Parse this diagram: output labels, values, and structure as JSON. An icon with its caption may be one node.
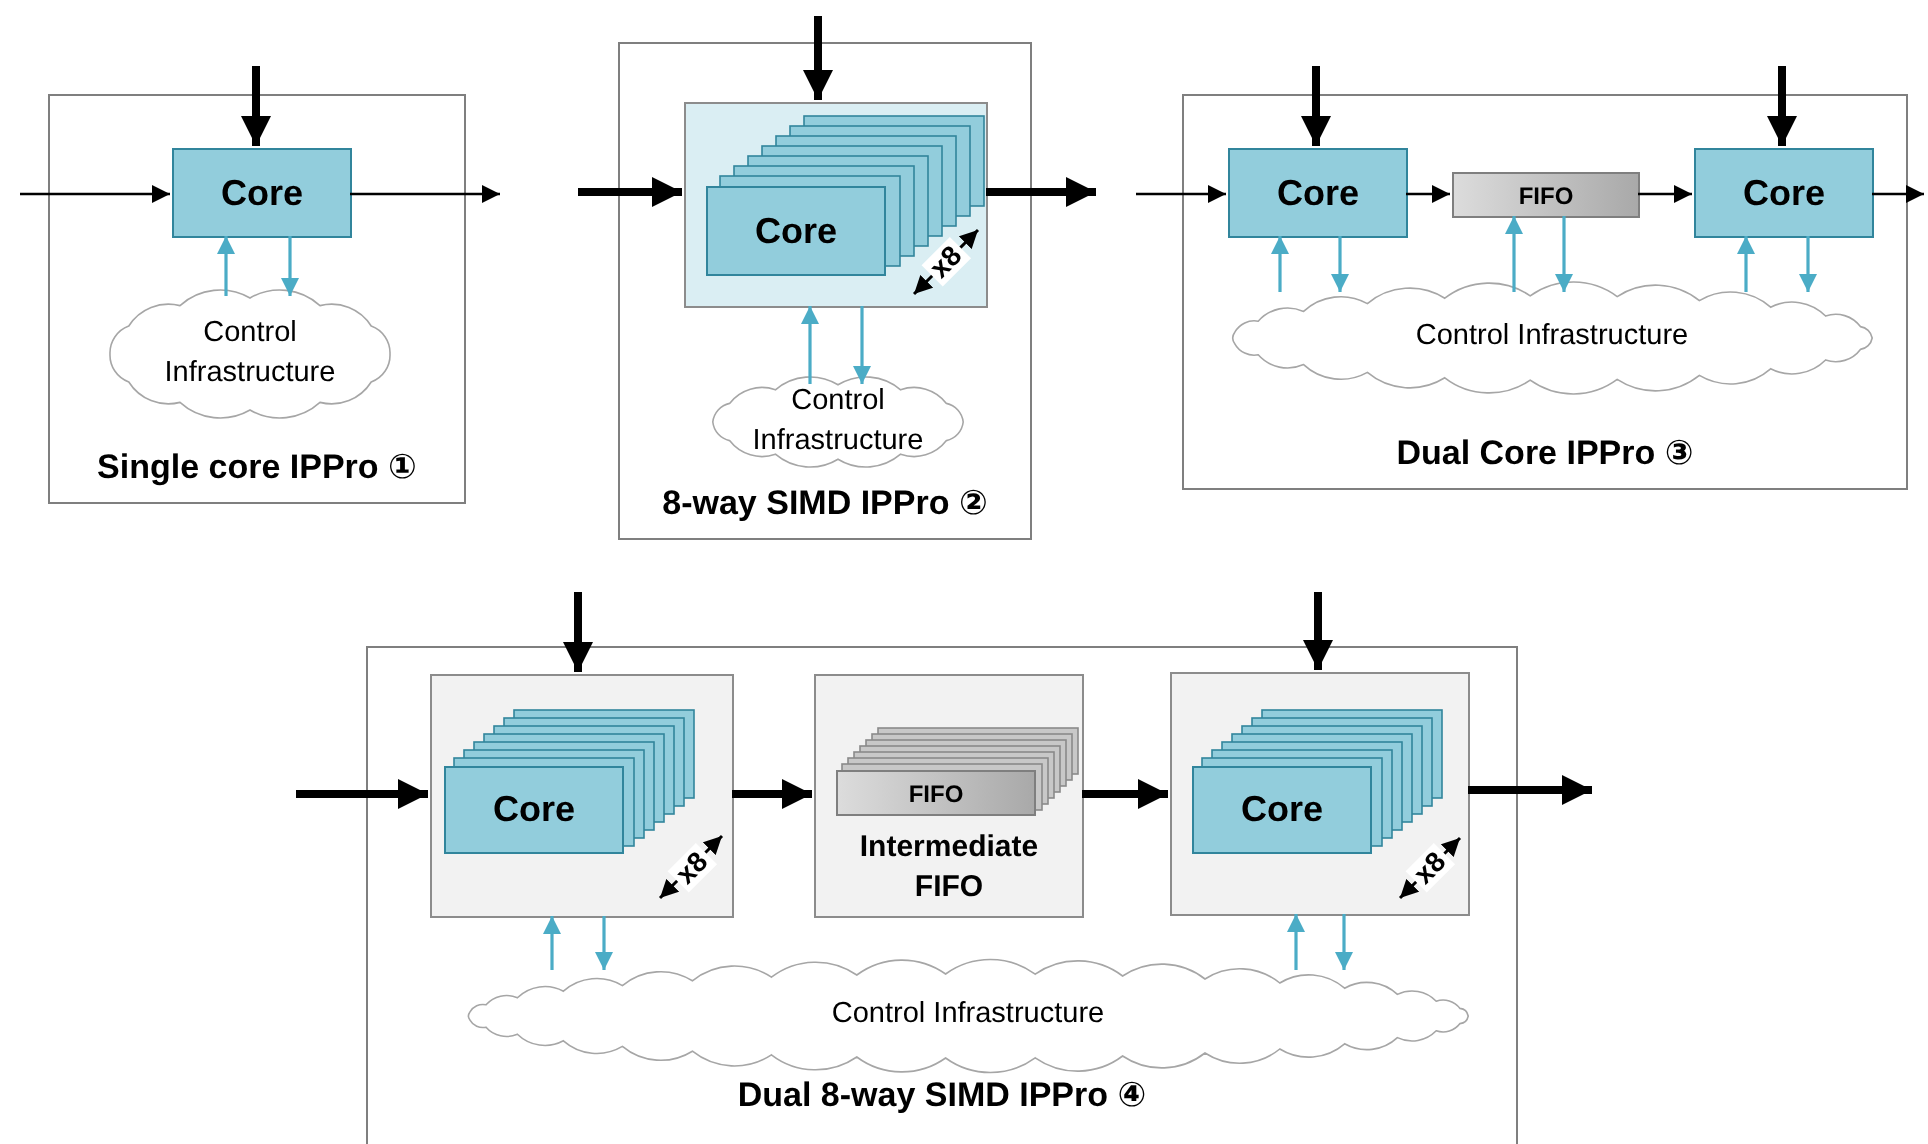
{
  "diagram": {
    "nodes": [
      {
        "text": [
          "Single core IPPro ①"
        ]
      },
      {
        "text": [
          "Core"
        ],
        "in": 0
      },
      {
        "text": [
          "Control Infrastructure"
        ],
        "in": 0
      },
      {
        "text": [
          "8-way SIMD IPPro ②"
        ]
      },
      {
        "text": [],
        "shape": "box",
        "in": 3
      },
      {
        "text": [
          "Core"
        ],
        "in": 4
      },
      {
        "text": [
          "Control Infrastructure"
        ],
        "in": 3
      },
      {
        "text": [
          "Dual Core IPPro ③"
        ]
      },
      {
        "text": [
          "Core"
        ],
        "in": 7
      },
      {
        "text": [
          "FIFO"
        ],
        "in": 7
      },
      {
        "text": [
          "Core"
        ],
        "in": 7
      },
      {
        "text": [
          "Control Infrastructure"
        ],
        "in": 7
      },
      {
        "text": [
          "Dual 8-way SIMD IPPro ④"
        ]
      },
      {
        "text": [],
        "shape": "box",
        "in": 12
      },
      {
        "text": [
          "Core"
        ],
        "in": 13
      },
      {
        "text": [
          "Intermediate FIFO"
        ],
        "in": 12
      },
      {
        "text": [
          "FIFO"
        ],
        "in": 15
      },
      {
        "text": [],
        "shape": "box",
        "in": 12
      },
      {
        "text": [
          "Core"
        ],
        "in": 17
      },
      {
        "text": [
          "Control Infrastructure"
        ],
        "in": 12
      }
    ],
    "edges": [
      {
        "from": null,
        "to": 1,
        "arrow": "to"
      },
      {
        "from": 1,
        "to": null,
        "arrow": "to"
      },
      {
        "from": null,
        "to": 1,
        "arrow": "to",
        "style": "thick"
      },
      {
        "from": 2,
        "to": 1,
        "arrow": "to",
        "color": "#4bacc6"
      },
      {
        "from": 1,
        "to": 2,
        "arrow": "to",
        "color": "#4bacc6"
      },
      {
        "from": null,
        "to": 4,
        "arrow": "to",
        "style": "thick"
      },
      {
        "from": null,
        "to": 4,
        "arrow": "to",
        "style": "thick"
      },
      {
        "from": 4,
        "to": null,
        "arrow": "to",
        "style": "thick"
      },
      {
        "from": 6,
        "to": 4,
        "arrow": "to",
        "color": "#4bacc6"
      },
      {
        "from": 4,
        "to": 6,
        "arrow": "to",
        "color": "#4bacc6"
      },
      {
        "from": null,
        "to": 8,
        "arrow": "to"
      },
      {
        "from": null,
        "to": 8,
        "arrow": "to",
        "style": "thick"
      },
      {
        "from": 8,
        "to": 9,
        "arrow": "to"
      },
      {
        "from": 9,
        "to": 10,
        "arrow": "to"
      },
      {
        "from": null,
        "to": 10,
        "arrow": "to",
        "style": "thick"
      },
      {
        "from": 10,
        "to": null,
        "arrow": "to"
      },
      {
        "from": 11,
        "to": 8,
        "arrow": "to",
        "color": "#4bacc6"
      },
      {
        "from": 8,
        "to": 11,
        "arrow": "to",
        "color": "#4bacc6"
      },
      {
        "from": 11,
        "to": 9,
        "arrow": "to",
        "color": "#4bacc6"
      },
      {
        "from": 9,
        "to": 11,
        "arrow": "to",
        "color": "#4bacc6"
      },
      {
        "from": 11,
        "to": 10,
        "arrow": "to",
        "color": "#4bacc6"
      },
      {
        "from": 10,
        "to": 11,
        "arrow": "to",
        "color": "#4bacc6"
      },
      {
        "from": null,
        "to": 13,
        "arrow": "to",
        "style": "thick"
      },
      {
        "from": null,
        "to": 13,
        "arrow": "to",
        "style": "thick"
      },
      {
        "from": 13,
        "to": 15,
        "arrow": "to",
        "style": "thick"
      },
      {
        "from": 15,
        "to": 17,
        "arrow": "to",
        "style": "thick"
      },
      {
        "from": null,
        "to": 17,
        "arrow": "to",
        "style": "thick"
      },
      {
        "from": 17,
        "to": null,
        "arrow": "to",
        "style": "thick"
      },
      {
        "from": 19,
        "to": 13,
        "arrow": "to",
        "color": "#4bacc6"
      },
      {
        "from": 13,
        "to": 19,
        "arrow": "to",
        "color": "#4bacc6"
      },
      {
        "from": 19,
        "to": 17,
        "arrow": "to",
        "color": "#4bacc6"
      },
      {
        "from": 17,
        "to": 19,
        "arrow": "to",
        "color": "#4bacc6"
      }
    ],
    "labels": [
      "x8",
      "x8",
      "x8"
    ]
  }
}
